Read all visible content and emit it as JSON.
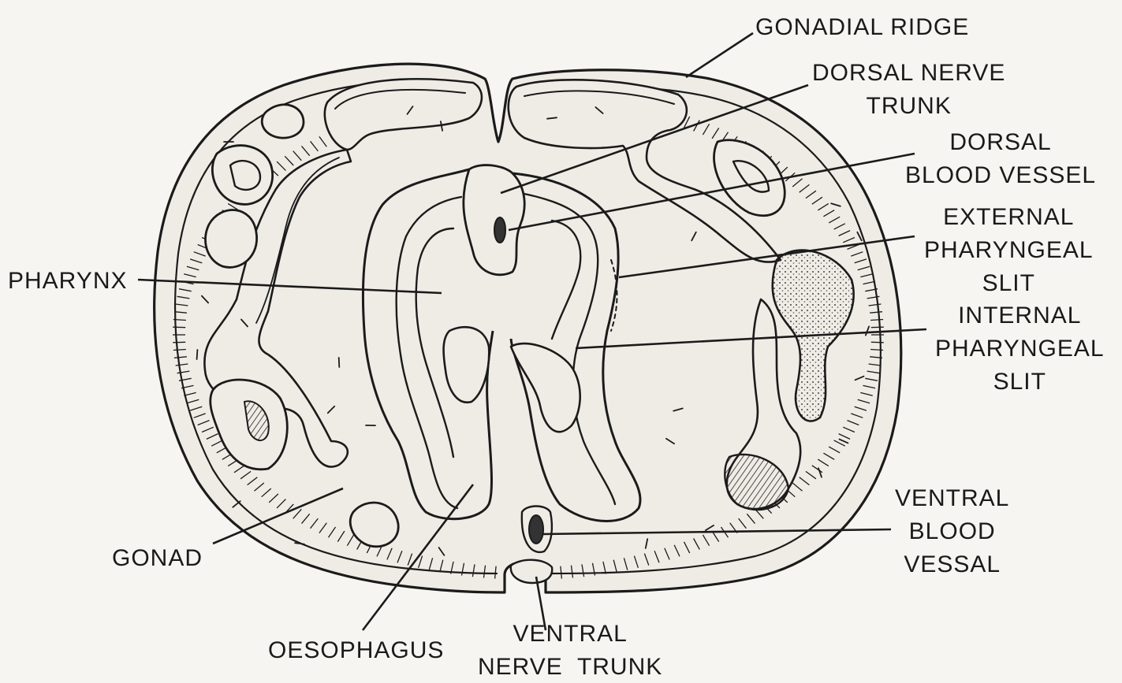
{
  "labels": {
    "gonadial_ridge": "GONADIAL RIDGE",
    "dorsal_nerve_trunk": [
      "DORSAL NERVE",
      "TRUNK"
    ],
    "dorsal_blood_vessel": [
      "DORSAL",
      "BLOOD VESSEL"
    ],
    "external_pharyngeal_slit": [
      "EXTERNAL",
      "PHARYNGEAL",
      "SLIT"
    ],
    "internal_pharyngeal_slit": [
      "INTERNAL",
      "PHARYNGEAL",
      "SLIT"
    ],
    "pharynx": "PHARYNX",
    "gonad": "GONAD",
    "oesophagus": "OESOPHAGUS",
    "ventral_blood_vessel": [
      "VENTRAL",
      "BLOOD",
      "VESSAL"
    ],
    "ventral_nerve_trunk": [
      "VENTRAL",
      "NERVE  TRUNK"
    ]
  },
  "colors": {
    "ink": "#1b1b1b",
    "paper": "#f7f5f1",
    "tissue": "#efece6"
  }
}
